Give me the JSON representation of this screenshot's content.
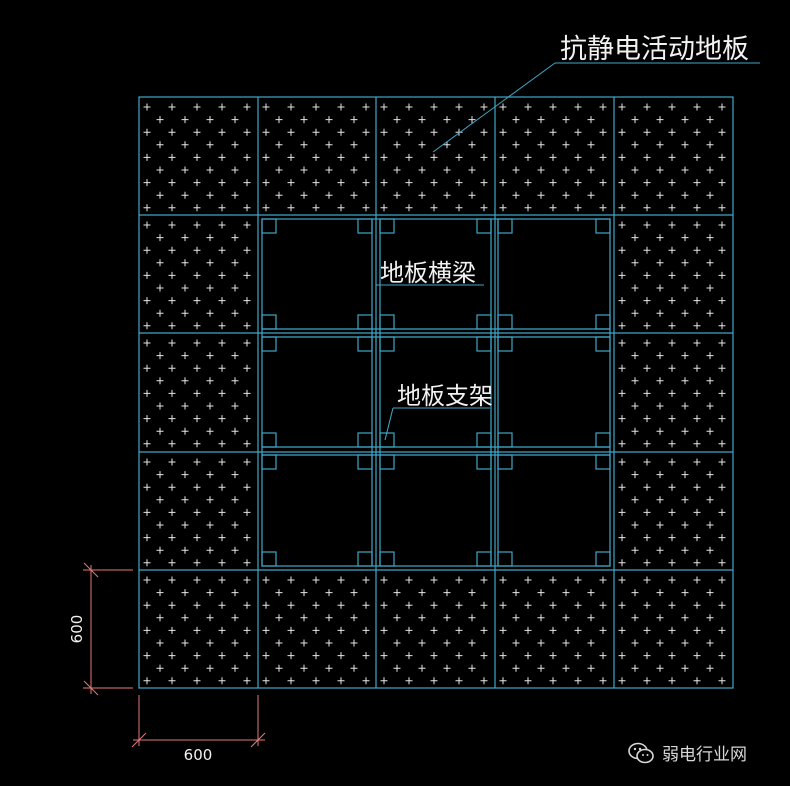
{
  "labels": {
    "floor": "抗静电活动地板",
    "beam": "地板横梁",
    "support": "地板支架"
  },
  "dimensions": {
    "vertical": "600",
    "horizontal": "600"
  },
  "watermark": {
    "icon": "wechat-icon",
    "text": "弱电行业网"
  },
  "colors": {
    "grid": "#3fa7c8",
    "dimension": "#e87a7a",
    "text": "#f2f2f2"
  }
}
